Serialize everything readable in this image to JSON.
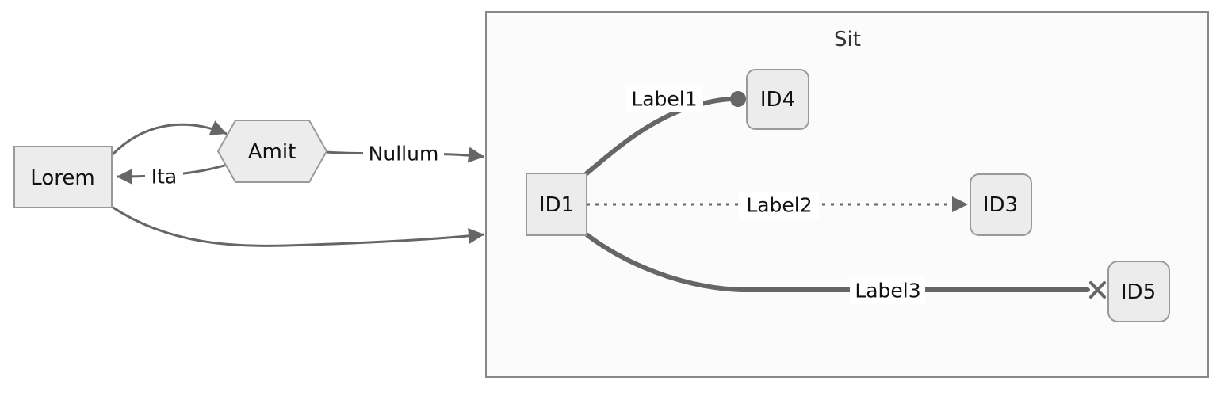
{
  "diagram": {
    "cluster": {
      "title": "Sit"
    },
    "nodes": {
      "lorem": {
        "label": "Lorem",
        "shape": "rectangle"
      },
      "amit": {
        "label": "Amit",
        "shape": "hexagon"
      },
      "id1": {
        "label": "ID1",
        "shape": "rectangle"
      },
      "id4": {
        "label": "ID4",
        "shape": "rounded-rectangle"
      },
      "id3": {
        "label": "ID3",
        "shape": "rounded-rectangle"
      },
      "id5": {
        "label": "ID5",
        "shape": "rounded-rectangle"
      }
    },
    "edges": [
      {
        "from": "Lorem",
        "to": "Amit",
        "label": "",
        "style": "solid",
        "terminal": "arrow"
      },
      {
        "from": "Amit",
        "to": "Lorem",
        "label": "Ita",
        "style": "solid",
        "terminal": "arrow"
      },
      {
        "from": "Amit",
        "to": "Sit",
        "label": "Nullum",
        "style": "solid",
        "terminal": "arrow"
      },
      {
        "from": "Lorem",
        "to": "Sit",
        "label": "",
        "style": "solid",
        "terminal": "arrow"
      },
      {
        "from": "ID1",
        "to": "ID4",
        "label": "Label1",
        "style": "thick",
        "terminal": "circle"
      },
      {
        "from": "ID1",
        "to": "ID3",
        "label": "Label2",
        "style": "dotted",
        "terminal": "arrow"
      },
      {
        "from": "ID1",
        "to": "ID5",
        "label": "Label3",
        "style": "thick",
        "terminal": "cross"
      }
    ],
    "colors": {
      "node_fill": "#ececec",
      "node_border": "#999999",
      "cluster_fill": "#fbfbfb",
      "cluster_border": "#888888",
      "edge": "#666666",
      "text": "#111111"
    }
  }
}
